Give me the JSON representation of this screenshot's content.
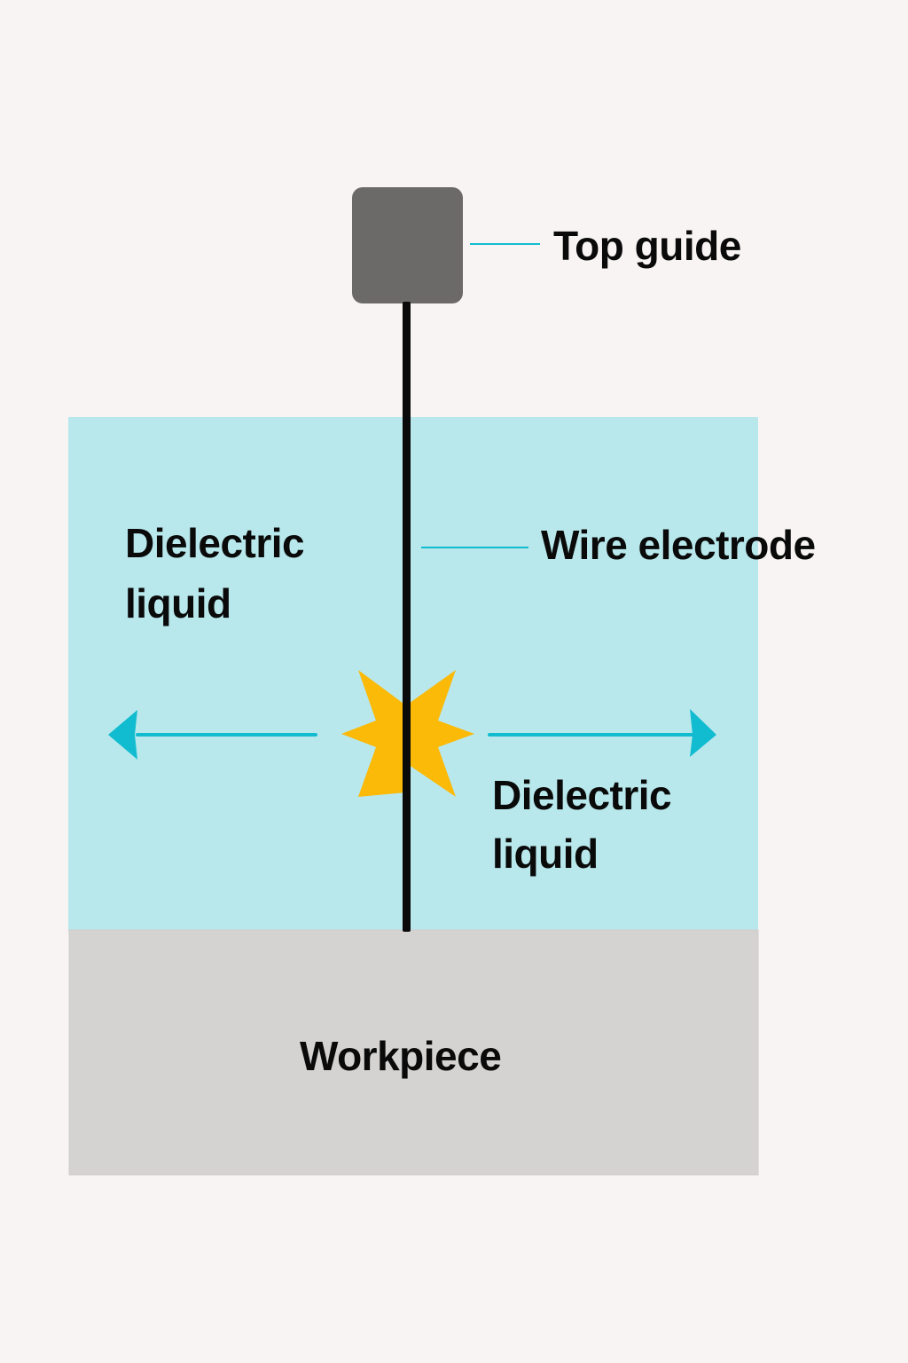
{
  "title": "Wire EDM schematic",
  "labels": {
    "top_guide": "Top guide",
    "wire_electrode": "Wire electrode",
    "dielectric_left_line1": "Dielectric",
    "dielectric_left_line2": "liquid",
    "dielectric_right_line1": "Dielectric",
    "dielectric_right_line2": "liquid",
    "workpiece": "Workpiece"
  },
  "colors": {
    "background": "#f8f4f3",
    "dielectric": "#b8e8ec",
    "workpiece": "#d4d3d1",
    "guide": "#6b6a69",
    "wire": "#0a0a0a",
    "spark": "#fbb908",
    "arrow": "#12bcd0",
    "leader": "#12bcd0"
  },
  "icons": {
    "spark": "spark-star-icon",
    "arrow_left": "arrow-left-icon",
    "arrow_right": "arrow-right-icon"
  }
}
